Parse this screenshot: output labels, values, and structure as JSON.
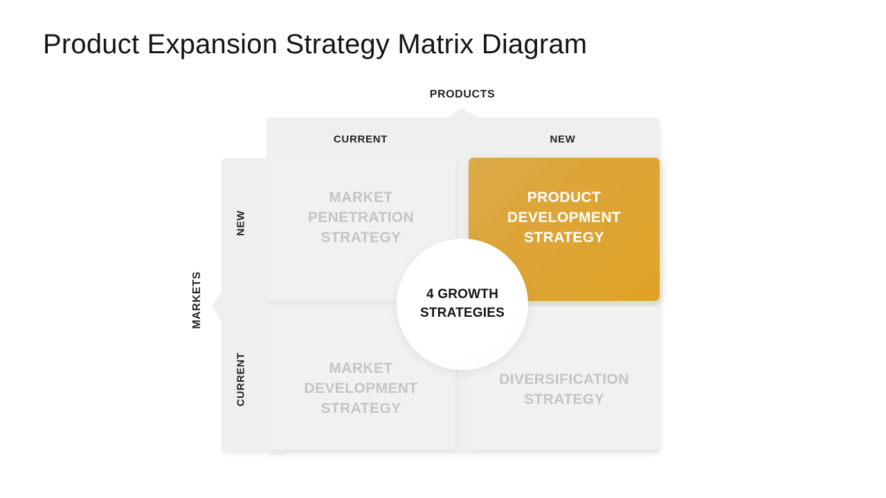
{
  "slide": {
    "title": "Product Expansion Strategy Matrix Diagram"
  },
  "axes": {
    "top_caption": "PRODUCTS",
    "left_caption": "MARKETS",
    "columns": [
      {
        "label": "CURRENT"
      },
      {
        "label": "NEW"
      }
    ],
    "rows": [
      {
        "label": "NEW"
      },
      {
        "label": "CURRENT"
      }
    ]
  },
  "center": {
    "label": "4 GROWTH STRATEGIES"
  },
  "quadrants": [
    {
      "id": "market-penetration",
      "label": "MARKET PENETRATION STRATEGY",
      "row": "NEW",
      "column": "CURRENT",
      "highlighted": false
    },
    {
      "id": "product-development",
      "label": "PRODUCT DEVELOPMENT STRATEGY",
      "row": "NEW",
      "column": "NEW",
      "highlighted": true
    },
    {
      "id": "market-development",
      "label": "MARKET DEVELOPMENT STRATEGY",
      "row": "CURRENT",
      "column": "CURRENT",
      "highlighted": false
    },
    {
      "id": "diversification",
      "label": "DIVERSIFICATION STRATEGY",
      "row": "CURRENT",
      "column": "NEW",
      "highlighted": false
    }
  ],
  "colors": {
    "highlight_start": "#dcaa47",
    "highlight_end": "#e0a327",
    "muted_fill": "#f1f1f1",
    "muted_text": "#c4c4c4",
    "backdrop": "#efefef",
    "title_text": "#151515",
    "header_text": "#231f20"
  }
}
